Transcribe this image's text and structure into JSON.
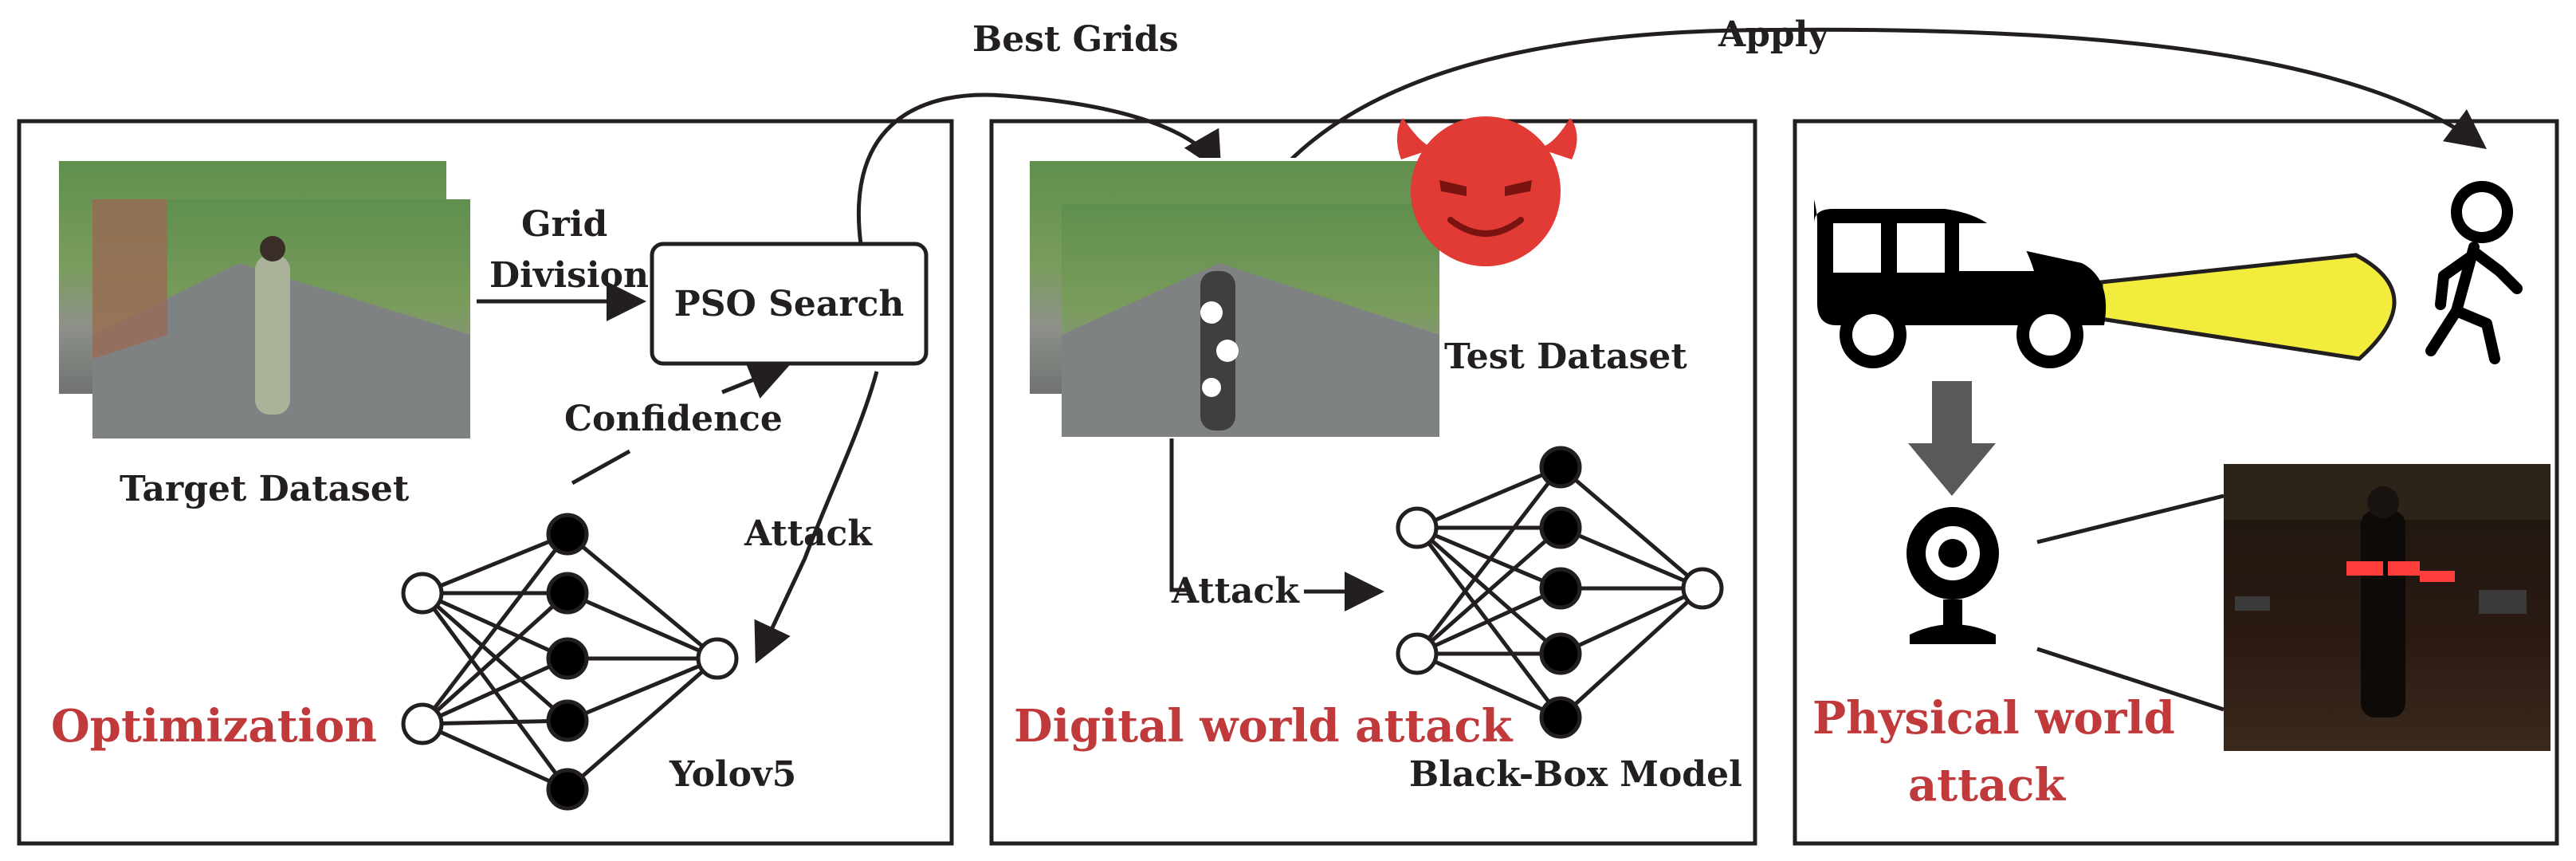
{
  "panels": {
    "optimization": {
      "title": "Optimization",
      "dataset_label": "Target Dataset",
      "grid_label_1": "Grid",
      "grid_label_2": "Division",
      "pso_label": "PSO Search",
      "confidence_label": "Confidence",
      "attack_label": "Attack",
      "model_label": "Yolov5"
    },
    "digital": {
      "title": "Digital world attack",
      "dataset_label": "Test Dataset",
      "attack_label": "Attack",
      "model_label": "Black-Box Model"
    },
    "physical": {
      "title_line1": "Physical world",
      "title_line2": "attack"
    }
  },
  "connectors": {
    "best_grids": "Best Grids",
    "apply": "Apply"
  },
  "colors": {
    "title_red": "#c0393b",
    "beam_yellow": "#f2ec3c",
    "devil_red": "#e23b36",
    "stroke": "#231f20"
  },
  "icons": [
    "van-icon",
    "pedestrian-icon",
    "webcam-icon",
    "devil-emoji-icon",
    "down-arrow-icon"
  ]
}
